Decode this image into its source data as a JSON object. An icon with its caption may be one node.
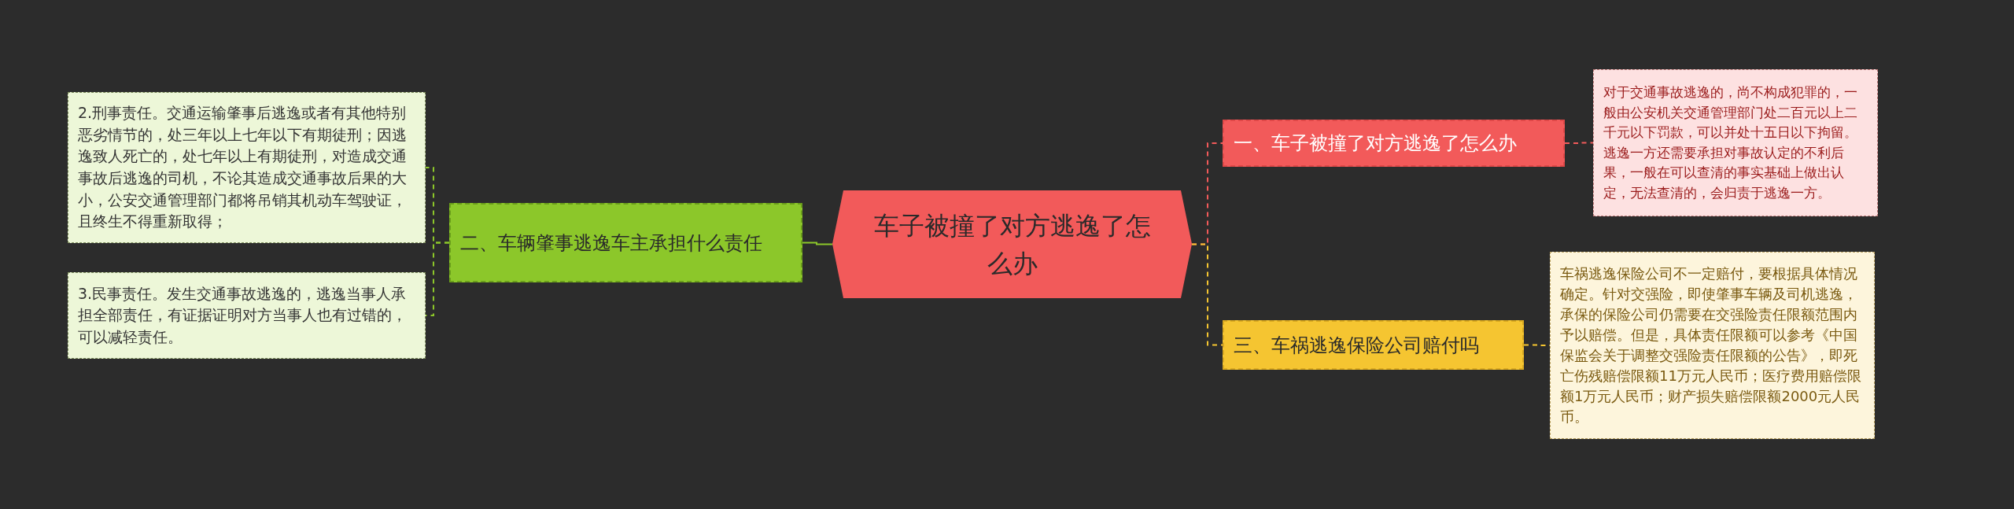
{
  "diagram": {
    "nodes": [
      {
        "text": [
          "车子被撞了对方逃逸了怎么办"
        ]
      },
      {
        "text": [
          "一、车子被撞了对方逃逸了怎么办"
        ]
      },
      {
        "text": [
          "对于交通事故逃逸的，尚不构成犯罪的，一般由公安机关交通管理部门处二百元以上二千元以下罚款，可以并处十五日以下拘留。逃逸一方还需要承担对事故认定的不利后果，一般在可以查清的事实基础上做出认定，无法查清的，会归责于逃逸一方。"
        ]
      },
      {
        "text": [
          "二、车辆肇事逃逸车主承担什么责任"
        ]
      },
      {
        "text": [
          "2.刑事责任。交通运输肇事后逃逸或者有其他特别恶劣情节的，处三年以上七年以下有期徒刑；因逃逸致人死亡的，处七年以上有期徒刑，对造成交通事故后逃逸的司机，不论其造成交通事故后果的大小，公安交通管理部门都将吊销其机动车驾驶证，且终生不得重新取得；"
        ]
      },
      {
        "text": [
          "3.民事责任。发生交通事故逃逸的，逃逸当事人承担全部责任，有证据证明对方当事人也有过错的，可以减轻责任。"
        ]
      },
      {
        "text": [
          "三、车祸逃逸保险公司赔付吗"
        ]
      },
      {
        "text": [
          "车祸逃逸保险公司不一定赔付，要根据具体情况确定。针对交强险，即使肇事车辆及司机逃逸，承保的保险公司仍需要在交强险责任限额范围内予以赔偿。但是，具体责任限额可以参考《中国保监会关于调整交强险责任限额的公告》，即死亡伤残赔偿限额11万元人民币；医疗费用赔偿限额1万元人民币；财产损失赔偿限额2000元人民币。"
        ]
      }
    ],
    "edges": [
      {
        "from": 0,
        "to": 1,
        "arrow": "none",
        "style": "dashed",
        "color": "#f25a5a"
      },
      {
        "from": 1,
        "to": 2,
        "arrow": "none",
        "style": "dashed",
        "color": "#f25a5a"
      },
      {
        "from": 0,
        "to": 3,
        "arrow": "none",
        "color": "#8cc72a"
      },
      {
        "from": 3,
        "to": 4,
        "arrow": "none",
        "style": "dashed",
        "color": "#8cc72a"
      },
      {
        "from": 3,
        "to": 5,
        "arrow": "none",
        "style": "dashed",
        "color": "#8cc72a"
      },
      {
        "from": 0,
        "to": 6,
        "arrow": "none",
        "style": "dashed",
        "color": "#f5c531"
      },
      {
        "from": 6,
        "to": 7,
        "arrow": "none",
        "style": "dashed",
        "color": "#f5c531"
      }
    ]
  }
}
